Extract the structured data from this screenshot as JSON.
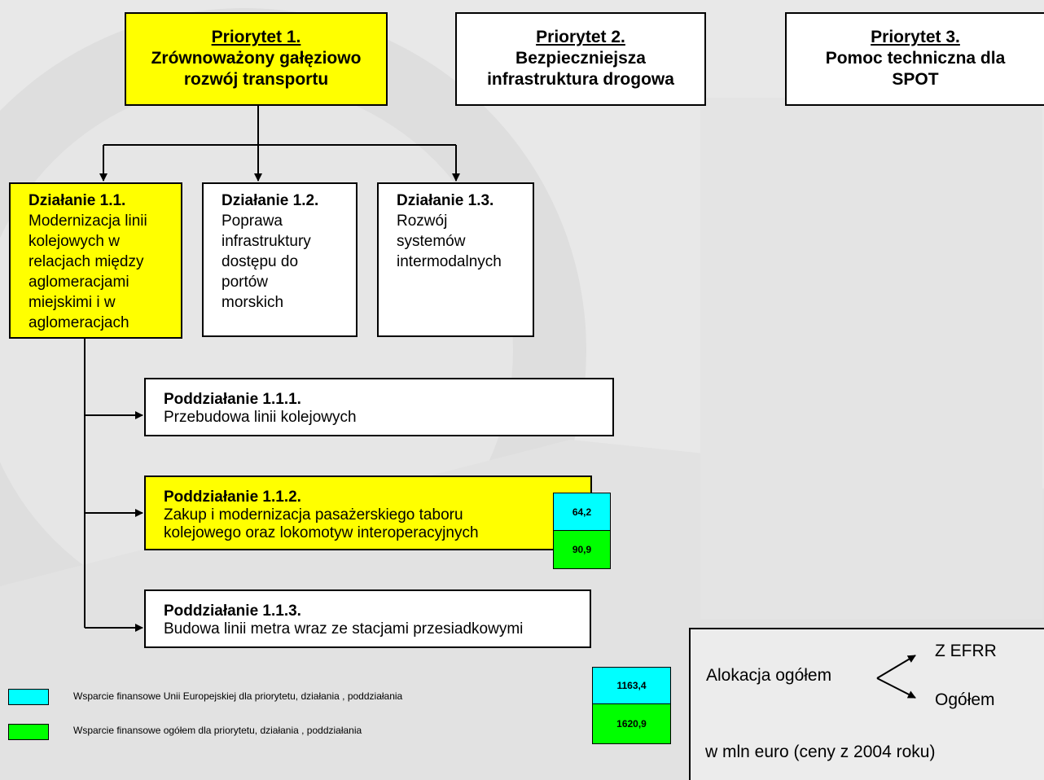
{
  "priorities": [
    {
      "heading": "Priorytet 1.",
      "title": "Zrównoważony gałęziowo rozwój transportu"
    },
    {
      "heading": "Priorytet 2.",
      "title": "Bezpieczniejsza infrastruktura drogowa"
    },
    {
      "heading": "Priorytet 3.",
      "title": "Pomoc techniczna dla SPOT"
    }
  ],
  "actions": [
    {
      "heading": "Działanie 1.1.",
      "title": "Modernizacja linii kolejowych w relacjach między aglomeracjami miejskimi i w aglomeracjach"
    },
    {
      "heading": "Działanie 1.2.",
      "title": "Poprawa infrastruktury dostępu do portów morskich"
    },
    {
      "heading": "Działanie 1.3.",
      "title": "Rozwój systemów intermodalnych"
    }
  ],
  "subactions": [
    {
      "heading": "Poddziałanie 1.1.1.",
      "title": "Przebudowa linii kolejowych"
    },
    {
      "heading": "Poddziałanie 1.1.2.",
      "title": "Zakup i modernizacja pasażerskiego taboru kolejowego oraz lokomotyw interoperacyjnych"
    },
    {
      "heading": "Poddziałanie 1.1.3.",
      "title": "Budowa linii metra wraz ze stacjami przesiadkowymi"
    }
  ],
  "funding": {
    "subaction_112": {
      "eu": "64,2",
      "total": "90,9"
    },
    "priority_total": {
      "eu": "1163,4",
      "total": "1620,9"
    }
  },
  "legend": {
    "eu_label": "Wsparcie finansowe Unii Europejskiej dla priorytetu, działania , poddziałania",
    "total_label": "Wsparcie finansowe ogółem dla priorytetu, działania , poddziałania"
  },
  "allocation": {
    "label": "Alokacja ogółem",
    "efrr": "Z EFRR",
    "total": "Ogółem",
    "unit": "w mln euro (ceny z 2004 roku)"
  },
  "colors": {
    "highlight": "#ffff00",
    "eu_support": "#00ffff",
    "total_support": "#00ff00"
  }
}
